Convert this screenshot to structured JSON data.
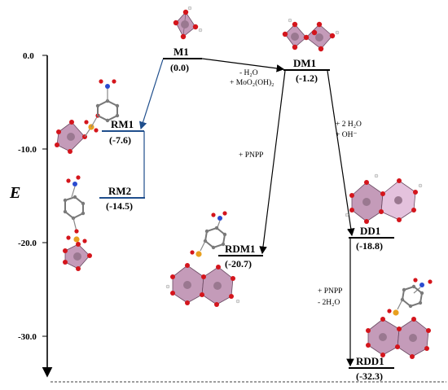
{
  "axis": {
    "label": "E",
    "ticks": [
      {
        "label": "0.0",
        "value": 0
      },
      {
        "label": "-10.0",
        "value": -10
      },
      {
        "label": "-20.0",
        "value": -20
      },
      {
        "label": "-30.0",
        "value": -30
      }
    ]
  },
  "levels": {
    "M1": {
      "name": "M1",
      "energy": "(0.0)"
    },
    "DM1": {
      "name": "DM1",
      "energy": "(-1.2)"
    },
    "RM1": {
      "name": "RM1",
      "energy": "(-7.6)"
    },
    "RM2": {
      "name": "RM2",
      "energy": "(-14.5)"
    },
    "RDM1": {
      "name": "RDM1",
      "energy": "(-20.7)"
    },
    "DD1": {
      "name": "DD1",
      "energy": "(-18.8)"
    },
    "RDD1": {
      "name": "RDD1",
      "energy": "(-32.3)"
    }
  },
  "annotations": {
    "m1_dm1_line1": "- H₂O",
    "m1_dm1_line2": "+ MoO₂(OH)₂",
    "dm1_dd1_line1": "+ 2 H₂O",
    "dm1_dd1_line2": "+ OH⁻",
    "dm1_rdm1": "+ PNPP",
    "dd1_rdd1_line1": "+ PNPP",
    "dd1_rdd1_line2": "- 2H₂O"
  },
  "colors": {
    "level": "#000000",
    "blue_path": "#1f4e8c",
    "polyhedron": "#b07aa1",
    "oxygen": "#d4151c",
    "phosphorus": "#e8a020",
    "carbon": "#7a7a7a",
    "nitrogen": "#2a4bd0"
  }
}
